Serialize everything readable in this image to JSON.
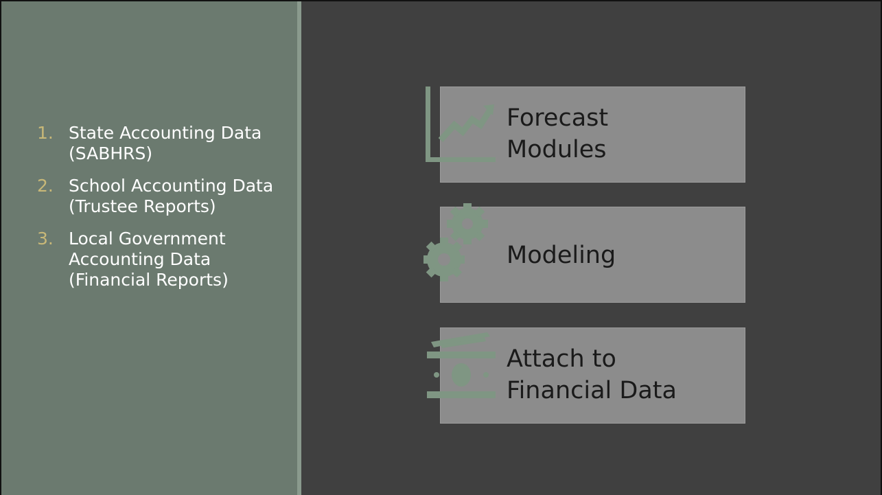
{
  "left_panel": {
    "items": [
      {
        "number": "1.",
        "text": "State Accounting Data (SABHRS)"
      },
      {
        "number": "2.",
        "text": "School Accounting Data (Trustee Reports)"
      },
      {
        "number": "3.",
        "text": "Local Government Accounting Data (Financial Reports)"
      }
    ]
  },
  "process_blocks": [
    {
      "label": "Forecast\nModules",
      "icon": "trend-chart-icon"
    },
    {
      "label": "Modeling",
      "icon": "gears-icon"
    },
    {
      "label": "Attach to\nFinancial Data",
      "icon": "money-icon"
    }
  ],
  "colors": {
    "background": "#404040",
    "left_panel": "#6b7a6f",
    "number_accent": "#c8b878",
    "block_fill": "#8c8c8c",
    "icon_fill": "#7f9683"
  }
}
